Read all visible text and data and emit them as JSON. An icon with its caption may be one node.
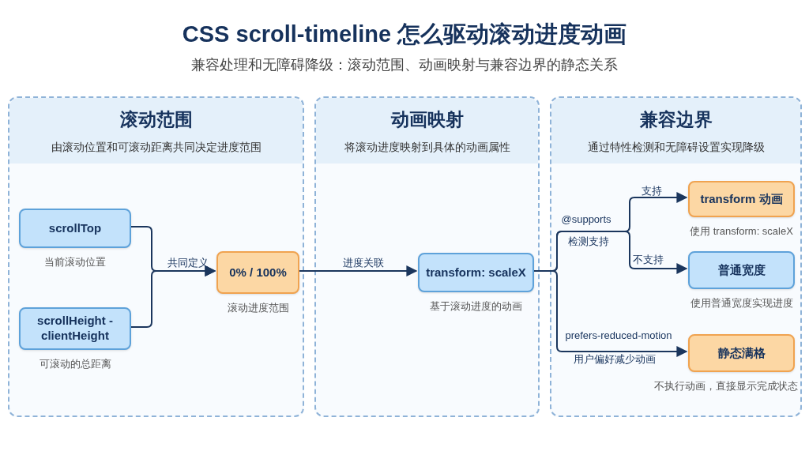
{
  "diagram": {
    "title": "CSS scroll-timeline 怎么驱动滚动进度动画",
    "nodes": [
      {
        "text": [
          "滚动范围",
          "由滚动位置和可滚动距离共同决定进度范围"
        ]
      },
      {
        "text": [
          "scrollTop"
        ],
        "in": 0,
        "beside": [
          "当前滚动位置"
        ]
      },
      {
        "text": [
          "scrollHeight - clientHeight"
        ],
        "in": 0,
        "beside": [
          "可滚动的总距离"
        ]
      },
      {
        "text": [
          "0% / 100%"
        ],
        "in": 0,
        "beside": [
          "滚动进度范围"
        ]
      },
      {
        "text": [
          "动画映射",
          "将滚动进度映射到具体的动画属性"
        ]
      },
      {
        "text": [
          "transform: scaleX"
        ],
        "in": 4,
        "beside": [
          "基于滚动进度的动画"
        ]
      },
      {
        "text": [
          "兼容边界",
          "通过特性检测和无障碍设置实现降级"
        ]
      },
      {
        "text": [
          "transform 动画"
        ],
        "in": 6,
        "beside": [
          "使用 transform: scaleX"
        ]
      },
      {
        "text": [
          "普通宽度"
        ],
        "in": 6,
        "beside": [
          "使用普通宽度实现进度"
        ]
      },
      {
        "text": [
          "静态满格"
        ],
        "in": 6,
        "beside": [
          "不执行动画，直接显示完成状态"
        ]
      }
    ],
    "edges": [
      {
        "from": 1,
        "to": 3,
        "arrow": "to",
        "label": "共同定义"
      },
      {
        "from": 2,
        "to": 3,
        "arrow": "to"
      },
      {
        "from": 3,
        "to": 5,
        "arrow": "to",
        "label": "进度关联"
      },
      {
        "from": 5,
        "to": 7,
        "arrow": "to",
        "label": "支持"
      },
      {
        "from": 5,
        "to": 8,
        "arrow": "to",
        "label": "不支持"
      },
      {
        "from": 5,
        "to": 9,
        "arrow": "to",
        "label": "prefers-reduced-motion"
      }
    ],
    "labels": [
      "兼容处理和无障碍降级：滚动范围、动画映射与兼容边界的静态关系",
      "@supports",
      "检测支持",
      "用户偏好减少动画"
    ]
  }
}
